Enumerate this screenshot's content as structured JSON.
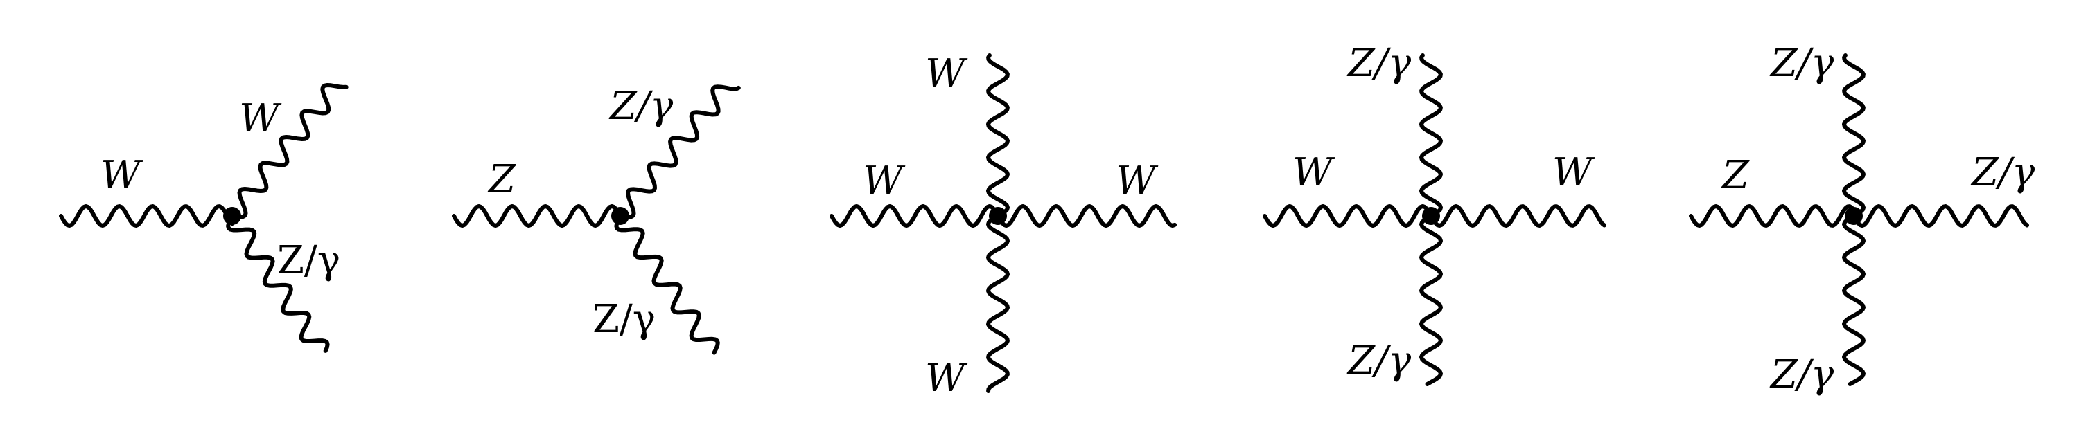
{
  "diagrams": [
    {
      "labels": [
        "W",
        "W",
        "Z/γ"
      ]
    },
    {
      "labels": [
        "Z",
        "Z/γ",
        "Z/γ"
      ]
    },
    {
      "labels": [
        "W",
        "W",
        "W",
        "W"
      ]
    },
    {
      "labels": [
        "Z/γ",
        "W",
        "W",
        "Z/γ"
      ]
    },
    {
      "labels": [
        "Z/γ",
        "Z",
        "Z/γ",
        "Z/γ"
      ]
    }
  ]
}
